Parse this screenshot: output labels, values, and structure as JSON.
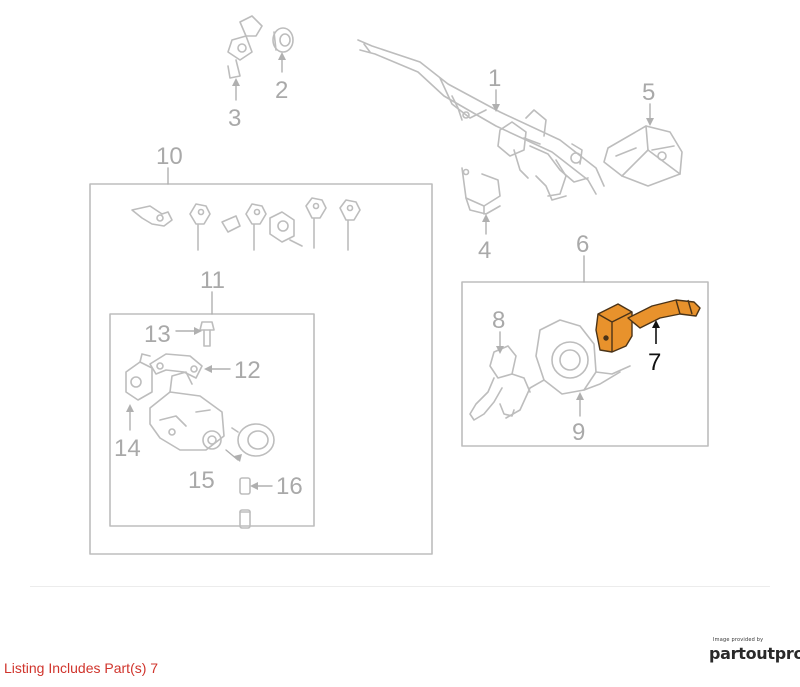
{
  "diagram": {
    "callouts": {
      "c1": "1",
      "c2": "2",
      "c3": "3",
      "c4": "4",
      "c5": "5",
      "c6": "6",
      "c7": "7",
      "c8": "8",
      "c9": "9",
      "c10": "10",
      "c11": "11",
      "c12": "12",
      "c13": "13",
      "c14": "14",
      "c15": "15",
      "c16": "16"
    },
    "highlighted_part": "7",
    "colors": {
      "line": "#bdbdbd",
      "label": "#a9a9a9",
      "highlight_fill": "#e8922c",
      "highlight_stroke": "#4a3318",
      "highlight_label": "#111111"
    }
  },
  "footer": {
    "listing_text": "Listing Includes Part(s) 7",
    "provider_caption": "Image provided by",
    "provider_logo": "partoutpro"
  }
}
